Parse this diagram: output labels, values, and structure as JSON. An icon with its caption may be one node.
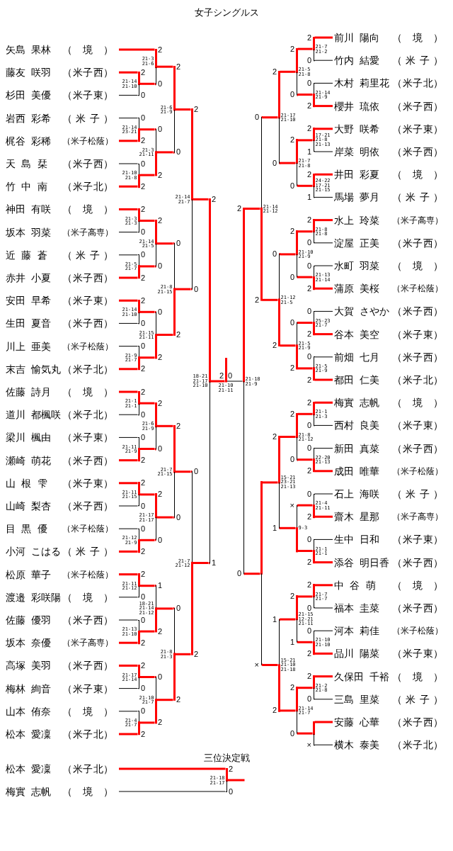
{
  "diagram": {
    "title": "女子シングルス",
    "nodes": [
      {
        "text": [
          "矢島 果林",
          "（ 境 ）"
        ]
      },
      {
        "text": [
          "藤友 咲羽",
          "（米子西）"
        ]
      },
      {
        "text": [
          "杉田 美優",
          "（米子東）"
        ]
      },
      {
        "text": [
          "岩西 彩希",
          "（ 米 子 ）"
        ]
      },
      {
        "text": [
          "梶谷 彩稀",
          "（米子松蔭）"
        ]
      },
      {
        "text": [
          "天 島 栞",
          "（米子西）"
        ]
      },
      {
        "text": [
          "竹 中 南",
          "（米子北）"
        ]
      },
      {
        "text": [
          "神田 有咲",
          "（ 境 ）"
        ]
      },
      {
        "text": [
          "坂本 羽菜",
          "（米子高専）"
        ]
      },
      {
        "text": [
          "近 藤 蒼",
          "（ 米 子 ）"
        ]
      },
      {
        "text": [
          "赤井 小夏",
          "（米子西）"
        ]
      },
      {
        "text": [
          "安田 早希",
          "（米子東）"
        ]
      },
      {
        "text": [
          "生田 夏音",
          "（米子西）"
        ]
      },
      {
        "text": [
          "川上 亜美",
          "（米子松蔭）"
        ]
      },
      {
        "text": [
          "末吉 愉気丸",
          "（米子北）"
        ]
      },
      {
        "text": [
          "佐藤 詩月",
          "（ 境 ）"
        ]
      },
      {
        "text": [
          "道川 都楓咲",
          "（米子北）"
        ]
      },
      {
        "text": [
          "梁川 楓由",
          "（米子東）"
        ]
      },
      {
        "text": [
          "瀬崎 萌花",
          "（米子西）"
        ]
      },
      {
        "text": [
          "山 根 雫",
          "（米子東）"
        ]
      },
      {
        "text": [
          "山崎 梨杏",
          "（米子西）"
        ]
      },
      {
        "text": [
          "目 黒 優",
          "（米子松蔭）"
        ]
      },
      {
        "text": [
          "小河 こはる",
          "（ 米 子 ）"
        ]
      },
      {
        "text": [
          "松原 華子",
          "（米子松蔭）"
        ]
      },
      {
        "text": [
          "渡邉 彩咲陽",
          "（ 境 ）"
        ]
      },
      {
        "text": [
          "佐藤 優羽",
          "（米子西）"
        ]
      },
      {
        "text": [
          "坂本 奈優",
          "（米子高専）"
        ]
      },
      {
        "text": [
          "高塚 美羽",
          "（米子西）"
        ]
      },
      {
        "text": [
          "梅林 絢音",
          "（米子東）"
        ]
      },
      {
        "text": [
          "山本 侑奈",
          "（ 境 ）"
        ]
      },
      {
        "text": [
          "松本 愛凜",
          "（米子北）"
        ]
      },
      {
        "text": [
          "前川 陽向",
          "（ 境 ）"
        ]
      },
      {
        "text": [
          "竹内 結愛",
          "（ 米 子 ）"
        ]
      },
      {
        "text": [
          "木村 莉里花",
          "（米子北）"
        ]
      },
      {
        "text": [
          "櫻井 琉依",
          "（米子西）"
        ]
      },
      {
        "text": [
          "大野 咲希",
          "（米子東）"
        ]
      },
      {
        "text": [
          "岸菜 明依",
          "（米子西）"
        ]
      },
      {
        "text": [
          "井田 彩夏",
          "（ 境 ）"
        ]
      },
      {
        "text": [
          "馬場 夢月",
          "（ 米 子 ）"
        ]
      },
      {
        "text": [
          "水上 玲菜",
          "（米子高専）"
        ]
      },
      {
        "text": [
          "淀屋 正美",
          "（米子西）"
        ]
      },
      {
        "text": [
          "水町 羽菜",
          "（ 境 ）"
        ]
      },
      {
        "text": [
          "蒲原 美桜",
          "（米子松蔭）"
        ]
      },
      {
        "text": [
          "大賀 さやか",
          "（米子西）"
        ]
      },
      {
        "text": [
          "谷本 美空",
          "（米子東）"
        ]
      },
      {
        "text": [
          "前畑 七月",
          "（米子西）"
        ]
      },
      {
        "text": [
          "都田 仁美",
          "（米子北）"
        ]
      },
      {
        "text": [
          "梅實 志帆",
          "（ 境 ）"
        ]
      },
      {
        "text": [
          "西村 良美",
          "（米子東）"
        ]
      },
      {
        "text": [
          "新田 真菜",
          "（米子西）"
        ]
      },
      {
        "text": [
          "成田 唯華",
          "（米子松蔭）"
        ]
      },
      {
        "text": [
          "石上 海咲",
          "（ 米 子 ）"
        ]
      },
      {
        "text": [
          "齋木 星那",
          "（米子高専）"
        ]
      },
      {
        "text": [
          "生中 日和",
          "（米子東）"
        ]
      },
      {
        "text": [
          "添谷 明日香",
          "（米子西）"
        ]
      },
      {
        "text": [
          "中 谷 萌",
          "（ 境 ）"
        ]
      },
      {
        "text": [
          "福本 圭菜",
          "（米子西）"
        ]
      },
      {
        "text": [
          "河本 莉佳",
          "（米子松蔭）"
        ]
      },
      {
        "text": [
          "品川 陽菜",
          "（米子東）"
        ]
      },
      {
        "text": [
          "久保田 千裕",
          "（ 境 ）"
        ]
      },
      {
        "text": [
          "三島 里菜",
          "（ 米 子 ）"
        ]
      },
      {
        "text": [
          "安藤 心華",
          "（米子西）"
        ]
      },
      {
        "text": [
          "横木 泰美",
          "（米子北）"
        ]
      },
      {
        "text": [
          "松本 愛凜",
          "（米子北）"
        ]
      },
      {
        "text": [
          "梅實 志帆",
          "（ 境 ）"
        ]
      },
      {
        "text": [],
        "shape": "bar",
        "beside": [
          "21-14 21-10"
        ]
      },
      {
        "text": [],
        "shape": "bar",
        "beside": [
          "21-3 21-6"
        ]
      },
      {
        "text": [],
        "shape": "bar",
        "beside": [
          "21-14 23-21"
        ]
      },
      {
        "text": [],
        "shape": "bar",
        "beside": [
          "21-10 21-8"
        ]
      },
      {
        "text": [],
        "shape": "bar",
        "beside": [
          "21-3 21-11"
        ]
      },
      {
        "text": [],
        "shape": "bar",
        "beside": [
          "21-6 21-9"
        ]
      },
      {
        "text": [],
        "shape": "bar",
        "beside": [
          "21-3 21-3"
        ]
      },
      {
        "text": [],
        "shape": "bar",
        "beside": [
          "21-5 21-7"
        ]
      },
      {
        "text": [],
        "shape": "bar",
        "beside": [
          "21-14 21-5"
        ]
      },
      {
        "text": [],
        "shape": "bar",
        "beside": [
          "21-14 21-10"
        ]
      },
      {
        "text": [],
        "shape": "bar",
        "beside": [
          "21-9 21-7"
        ]
      },
      {
        "text": [],
        "shape": "bar",
        "beside": [
          "21-15 21-11"
        ]
      },
      {
        "text": [],
        "shape": "bar",
        "beside": [
          "21-8 21-15"
        ]
      },
      {
        "text": [],
        "shape": "bar",
        "beside": [
          "21-14 21-7"
        ]
      },
      {
        "text": [],
        "shape": "bar",
        "beside": [
          "21-1 21-1"
        ]
      },
      {
        "text": [],
        "shape": "bar",
        "beside": [
          "21-11 21-9"
        ]
      },
      {
        "text": [],
        "shape": "bar",
        "beside": [
          "21-6 21-9"
        ]
      },
      {
        "text": [],
        "shape": "bar",
        "beside": [
          "21-11 21-15"
        ]
      },
      {
        "text": [],
        "shape": "bar",
        "beside": [
          "21-12 21-9"
        ]
      },
      {
        "text": [],
        "shape": "bar",
        "beside": [
          "21-17 21-17"
        ]
      },
      {
        "text": [],
        "shape": "bar",
        "beside": [
          "21-7 21-15"
        ]
      },
      {
        "text": [],
        "shape": "bar",
        "beside": [
          "21-11 21-12"
        ]
      },
      {
        "text": [],
        "shape": "bar",
        "beside": [
          "21-13 21-10"
        ]
      },
      {
        "text": [],
        "shape": "bar",
        "beside": [
          "18-21 21-14 21-12"
        ]
      },
      {
        "text": [],
        "shape": "bar",
        "beside": [
          "21-17 21-14"
        ]
      },
      {
        "text": [],
        "shape": "bar",
        "beside": [
          "21-4 21-7"
        ]
      },
      {
        "text": [],
        "shape": "bar",
        "beside": [
          "21-10 21-7"
        ]
      },
      {
        "text": [],
        "shape": "bar",
        "beside": [
          "21-8 21-3"
        ]
      },
      {
        "text": [],
        "shape": "bar",
        "beside": [
          "21-7 21-12"
        ]
      },
      {
        "text": [],
        "shape": "bar",
        "beside": [
          "18-21 21-17 21-10"
        ]
      },
      {
        "text": [],
        "shape": "bar",
        "beside": [
          "21-10 21-11"
        ]
      },
      {
        "text": [],
        "shape": "bar",
        "beside": [
          "21-7 21-2"
        ]
      },
      {
        "text": [],
        "shape": "bar",
        "beside": [
          "21-14 21-9"
        ]
      },
      {
        "text": [],
        "shape": "bar",
        "beside": [
          "21-5 21-8"
        ]
      },
      {
        "text": [],
        "shape": "bar",
        "beside": [
          "17-21 21-8 21-13"
        ]
      },
      {
        "text": [],
        "shape": "bar",
        "beside": [
          "24-22 17-21 21-15"
        ]
      },
      {
        "text": [],
        "shape": "bar",
        "beside": [
          "21-7 21-8"
        ]
      },
      {
        "text": [],
        "shape": "bar",
        "beside": [
          "21-17 21-10"
        ]
      },
      {
        "text": [],
        "shape": "bar",
        "beside": [
          "21-8 21-8"
        ]
      },
      {
        "text": [],
        "shape": "bar",
        "beside": [
          "21-13 21-14"
        ]
      },
      {
        "text": [],
        "shape": "bar",
        "beside": [
          "21-10 21-9"
        ]
      },
      {
        "text": [],
        "shape": "bar",
        "beside": [
          "25-23 21-7"
        ]
      },
      {
        "text": [],
        "shape": "bar",
        "beside": [
          "21-5 21-9"
        ]
      },
      {
        "text": [],
        "shape": "bar",
        "beside": [
          "21-5 21-9"
        ]
      },
      {
        "text": [],
        "shape": "bar",
        "beside": [
          "21-12 21-5"
        ]
      },
      {
        "text": [],
        "shape": "bar",
        "beside": [
          "21-14 21-12"
        ]
      },
      {
        "text": [],
        "shape": "bar",
        "beside": [
          "21-1 21-3"
        ]
      },
      {
        "text": [],
        "shape": "bar",
        "beside": [
          "22-20 21-13"
        ]
      },
      {
        "text": [],
        "shape": "bar",
        "beside": [
          "21-8 21-12"
        ]
      },
      {
        "text": [],
        "shape": "bar",
        "beside": [
          "21-4 21-11"
        ]
      },
      {
        "text": [],
        "shape": "bar",
        "beside": [
          "21-1 21-1"
        ]
      },
      {
        "text": [],
        "shape": "bar",
        "beside": [
          "9-3"
        ]
      },
      {
        "text": [],
        "shape": "bar",
        "beside": [
          "15-21 23-21 21-13"
        ]
      },
      {
        "text": [],
        "shape": "bar",
        "beside": [
          "21-7 21-7"
        ]
      },
      {
        "text": [],
        "shape": "bar",
        "beside": [
          "21-10 21-10"
        ]
      },
      {
        "text": [],
        "shape": "bar",
        "beside": [
          "21-15 12-21 21-11"
        ]
      },
      {
        "text": [],
        "shape": "bar",
        "beside": [
          "21-2 21-8"
        ]
      },
      {
        "text": [],
        "shape": "bar"
      },
      {
        "text": [],
        "shape": "bar",
        "beside": [
          "21-14 21-7"
        ]
      },
      {
        "text": [],
        "shape": "bar",
        "beside": [
          "15-21 21-10 21-18"
        ]
      },
      {
        "text": [],
        "shape": "bar"
      },
      {
        "text": [],
        "shape": "bar",
        "beside": [
          "21-18 21-9"
        ]
      },
      {
        "text": [],
        "shape": "bar",
        "beside": [
          "21-18 21-17"
        ]
      }
    ],
    "edges": [
      {
        "from": 1,
        "to": 65,
        "arrow": "none",
        "label": "2"
      },
      {
        "from": 2,
        "to": 65,
        "arrow": "none",
        "label": "0",
        "color": "#000000"
      },
      {
        "from": 0,
        "to": 66,
        "arrow": "none",
        "label": "2"
      },
      {
        "from": 65,
        "to": 66,
        "arrow": "none",
        "label": "0"
      },
      {
        "from": 3,
        "to": 67,
        "arrow": "none",
        "label": "0",
        "color": "#000000"
      },
      {
        "from": 4,
        "to": 67,
        "arrow": "none",
        "label": "2"
      },
      {
        "from": 5,
        "to": 68,
        "arrow": "none",
        "label": "0",
        "color": "#000000"
      },
      {
        "from": 6,
        "to": 68,
        "arrow": "none",
        "label": "2"
      },
      {
        "from": 67,
        "to": 69,
        "arrow": "none",
        "label": "0"
      },
      {
        "from": 68,
        "to": 69,
        "arrow": "none",
        "label": "2"
      },
      {
        "from": 66,
        "to": 70,
        "arrow": "none",
        "label": "2"
      },
      {
        "from": 69,
        "to": 70,
        "arrow": "none",
        "label": "0"
      },
      {
        "from": 7,
        "to": 71,
        "arrow": "none",
        "label": "2"
      },
      {
        "from": 8,
        "to": 71,
        "arrow": "none",
        "label": "0",
        "color": "#000000"
      },
      {
        "from": 9,
        "to": 72,
        "arrow": "none",
        "label": "0",
        "color": "#000000"
      },
      {
        "from": 10,
        "to": 72,
        "arrow": "none",
        "label": "2"
      },
      {
        "from": 71,
        "to": 73,
        "arrow": "none",
        "label": "2"
      },
      {
        "from": 72,
        "to": 73,
        "arrow": "none",
        "label": "0"
      },
      {
        "from": 11,
        "to": 74,
        "arrow": "none",
        "label": "2"
      },
      {
        "from": 12,
        "to": 74,
        "arrow": "none",
        "label": "0",
        "color": "#000000"
      },
      {
        "from": 13,
        "to": 75,
        "arrow": "none",
        "label": "0",
        "color": "#000000"
      },
      {
        "from": 14,
        "to": 75,
        "arrow": "none",
        "label": "2"
      },
      {
        "from": 74,
        "to": 76,
        "arrow": "none",
        "label": "0"
      },
      {
        "from": 75,
        "to": 76,
        "arrow": "none",
        "label": "2"
      },
      {
        "from": 73,
        "to": 77,
        "arrow": "none",
        "label": "0"
      },
      {
        "from": 76,
        "to": 77,
        "arrow": "none",
        "label": "2"
      },
      {
        "from": 70,
        "to": 78,
        "arrow": "none",
        "label": "2"
      },
      {
        "from": 77,
        "to": 78,
        "arrow": "none",
        "label": "0"
      },
      {
        "from": 15,
        "to": 79,
        "arrow": "none",
        "label": "2"
      },
      {
        "from": 16,
        "to": 79,
        "arrow": "none",
        "label": "0",
        "color": "#000000"
      },
      {
        "from": 17,
        "to": 80,
        "arrow": "none",
        "label": "0",
        "color": "#000000"
      },
      {
        "from": 18,
        "to": 80,
        "arrow": "none",
        "label": "2"
      },
      {
        "from": 79,
        "to": 81,
        "arrow": "none",
        "label": "2"
      },
      {
        "from": 80,
        "to": 81,
        "arrow": "none",
        "label": "0"
      },
      {
        "from": 19,
        "to": 82,
        "arrow": "none",
        "label": "2"
      },
      {
        "from": 20,
        "to": 82,
        "arrow": "none",
        "label": "0",
        "color": "#000000"
      },
      {
        "from": 21,
        "to": 83,
        "arrow": "none",
        "label": "0",
        "color": "#000000"
      },
      {
        "from": 22,
        "to": 83,
        "arrow": "none",
        "label": "2"
      },
      {
        "from": 82,
        "to": 84,
        "arrow": "none",
        "label": "2"
      },
      {
        "from": 83,
        "to": 84,
        "arrow": "none",
        "label": "0"
      },
      {
        "from": 81,
        "to": 85,
        "arrow": "none",
        "label": "2"
      },
      {
        "from": 84,
        "to": 85,
        "arrow": "none",
        "label": "0"
      },
      {
        "from": 23,
        "to": 86,
        "arrow": "none",
        "label": "2"
      },
      {
        "from": 24,
        "to": 86,
        "arrow": "none",
        "label": "0",
        "color": "#000000"
      },
      {
        "from": 25,
        "to": 87,
        "arrow": "none",
        "label": "0",
        "color": "#000000"
      },
      {
        "from": 26,
        "to": 87,
        "arrow": "none",
        "label": "2"
      },
      {
        "from": 86,
        "to": 88,
        "arrow": "none",
        "label": "1"
      },
      {
        "from": 87,
        "to": 88,
        "arrow": "none",
        "label": "2"
      },
      {
        "from": 27,
        "to": 89,
        "arrow": "none",
        "label": "2"
      },
      {
        "from": 28,
        "to": 89,
        "arrow": "none",
        "label": "0",
        "color": "#000000"
      },
      {
        "from": 29,
        "to": 90,
        "arrow": "none",
        "label": "0",
        "color": "#000000"
      },
      {
        "from": 30,
        "to": 90,
        "arrow": "none",
        "label": "2"
      },
      {
        "from": 89,
        "to": 91,
        "arrow": "none",
        "label": "0"
      },
      {
        "from": 90,
        "to": 91,
        "arrow": "none",
        "label": "2"
      },
      {
        "from": 88,
        "to": 92,
        "arrow": "none",
        "label": "0"
      },
      {
        "from": 91,
        "to": 92,
        "arrow": "none",
        "label": "2"
      },
      {
        "from": 85,
        "to": 93,
        "arrow": "none",
        "label": "0"
      },
      {
        "from": 92,
        "to": 93,
        "arrow": "none",
        "label": "2"
      },
      {
        "from": 78,
        "to": 94,
        "arrow": "none",
        "label": "2"
      },
      {
        "from": 93,
        "to": 94,
        "arrow": "none",
        "label": "1"
      },
      {
        "from": 94,
        "to": 95,
        "arrow": "none",
        "label": "2"
      },
      {
        "from": 126,
        "to": 95,
        "arrow": "none",
        "label": "0",
        "color": "#000000"
      },
      {
        "from": 31,
        "to": 96,
        "arrow": "none",
        "label": "2"
      },
      {
        "from": 32,
        "to": 96,
        "arrow": "none",
        "label": "0",
        "color": "#000000"
      },
      {
        "from": 33,
        "to": 97,
        "arrow": "none",
        "label": "0",
        "color": "#000000"
      },
      {
        "from": 34,
        "to": 97,
        "arrow": "none",
        "label": "2"
      },
      {
        "from": 96,
        "to": 98,
        "arrow": "none",
        "label": "2"
      },
      {
        "from": 97,
        "to": 98,
        "arrow": "none",
        "label": "0"
      },
      {
        "from": 35,
        "to": 99,
        "arrow": "none",
        "label": "2"
      },
      {
        "from": 36,
        "to": 99,
        "arrow": "none",
        "label": "1",
        "color": "#000000"
      },
      {
        "from": 37,
        "to": 100,
        "arrow": "none",
        "label": "2"
      },
      {
        "from": 38,
        "to": 100,
        "arrow": "none",
        "label": "1",
        "color": "#000000"
      },
      {
        "from": 99,
        "to": 101,
        "arrow": "none",
        "label": "2"
      },
      {
        "from": 100,
        "to": 101,
        "arrow": "none",
        "label": "0"
      },
      {
        "from": 98,
        "to": 102,
        "arrow": "none",
        "label": "2"
      },
      {
        "from": 101,
        "to": 102,
        "arrow": "none",
        "label": "0"
      },
      {
        "from": 39,
        "to": 103,
        "arrow": "none",
        "label": "2"
      },
      {
        "from": 40,
        "to": 103,
        "arrow": "none",
        "label": "0",
        "color": "#000000"
      },
      {
        "from": 41,
        "to": 104,
        "arrow": "none",
        "label": "0",
        "color": "#000000"
      },
      {
        "from": 42,
        "to": 104,
        "arrow": "none",
        "label": "2"
      },
      {
        "from": 103,
        "to": 105,
        "arrow": "none",
        "label": "2"
      },
      {
        "from": 104,
        "to": 105,
        "arrow": "none",
        "label": "0"
      },
      {
        "from": 43,
        "to": 106,
        "arrow": "none",
        "label": "0",
        "color": "#000000"
      },
      {
        "from": 44,
        "to": 106,
        "arrow": "none",
        "label": "2"
      },
      {
        "from": 45,
        "to": 107,
        "arrow": "none",
        "label": "0",
        "color": "#000000"
      },
      {
        "from": 46,
        "to": 107,
        "arrow": "none",
        "label": "2"
      },
      {
        "from": 106,
        "to": 108,
        "arrow": "none",
        "label": "0"
      },
      {
        "from": 107,
        "to": 108,
        "arrow": "none",
        "label": "2"
      },
      {
        "from": 105,
        "to": 109,
        "arrow": "none",
        "label": "0"
      },
      {
        "from": 108,
        "to": 109,
        "arrow": "none",
        "label": "2"
      },
      {
        "from": 102,
        "to": 110,
        "arrow": "none",
        "label": "0"
      },
      {
        "from": 109,
        "to": 110,
        "arrow": "none",
        "label": "2"
      },
      {
        "from": 47,
        "to": 111,
        "arrow": "none",
        "label": "2"
      },
      {
        "from": 48,
        "to": 111,
        "arrow": "none",
        "label": "0",
        "color": "#000000"
      },
      {
        "from": 49,
        "to": 112,
        "arrow": "none",
        "label": "0",
        "color": "#000000"
      },
      {
        "from": 50,
        "to": 112,
        "arrow": "none",
        "label": "2"
      },
      {
        "from": 111,
        "to": 113,
        "arrow": "none",
        "label": "2"
      },
      {
        "from": 112,
        "to": 113,
        "arrow": "none",
        "label": "0"
      },
      {
        "from": 51,
        "to": 114,
        "arrow": "none",
        "label": "0",
        "color": "#000000"
      },
      {
        "from": 52,
        "to": 114,
        "arrow": "none",
        "label": "2"
      },
      {
        "from": 53,
        "to": 115,
        "arrow": "none",
        "label": "0",
        "color": "#000000"
      },
      {
        "from": 54,
        "to": 115,
        "arrow": "none",
        "label": "2"
      },
      {
        "from": 114,
        "to": 116,
        "arrow": "none",
        "label": "×"
      },
      {
        "from": 115,
        "to": 116,
        "arrow": "none"
      },
      {
        "from": 113,
        "to": 117,
        "arrow": "none",
        "label": "2"
      },
      {
        "from": 116,
        "to": 117,
        "arrow": "none",
        "label": "1"
      },
      {
        "from": 55,
        "to": 118,
        "arrow": "none",
        "label": "2"
      },
      {
        "from": 56,
        "to": 118,
        "arrow": "none",
        "label": "0",
        "color": "#000000"
      },
      {
        "from": 57,
        "to": 119,
        "arrow": "none",
        "label": "0",
        "color": "#000000"
      },
      {
        "from": 58,
        "to": 119,
        "arrow": "none",
        "label": "2"
      },
      {
        "from": 118,
        "to": 120,
        "arrow": "none",
        "label": "2"
      },
      {
        "from": 119,
        "to": 120,
        "arrow": "none",
        "label": "1"
      },
      {
        "from": 59,
        "to": 121,
        "arrow": "none",
        "label": "2"
      },
      {
        "from": 60,
        "to": 121,
        "arrow": "none",
        "label": "0",
        "color": "#000000"
      },
      {
        "from": 61,
        "to": 122,
        "arrow": "none"
      },
      {
        "from": 62,
        "to": 122,
        "arrow": "none",
        "label": "×",
        "color": "#000000"
      },
      {
        "from": 121,
        "to": 123,
        "arrow": "none",
        "label": "2"
      },
      {
        "from": 122,
        "to": 123,
        "arrow": "none",
        "label": "0"
      },
      {
        "from": 120,
        "to": 124,
        "arrow": "none",
        "label": "1"
      },
      {
        "from": 123,
        "to": 124,
        "arrow": "none",
        "label": "2"
      },
      {
        "from": 117,
        "to": 125,
        "arrow": "none"
      },
      {
        "from": 124,
        "to": 125,
        "arrow": "none",
        "label": "×"
      },
      {
        "from": 110,
        "to": 126,
        "arrow": "none",
        "label": "2"
      },
      {
        "from": 125,
        "to": 126,
        "arrow": "none",
        "label": "0"
      },
      {
        "from": 63,
        "to": 127,
        "arrow": "none",
        "label": "2"
      },
      {
        "from": 64,
        "to": 127,
        "arrow": "none",
        "label": "0",
        "color": "#000000"
      },
      {
        "from": 127,
        "to": null,
        "arrow": "none"
      }
    ],
    "labels": [
      "三位決定戦"
    ]
  }
}
